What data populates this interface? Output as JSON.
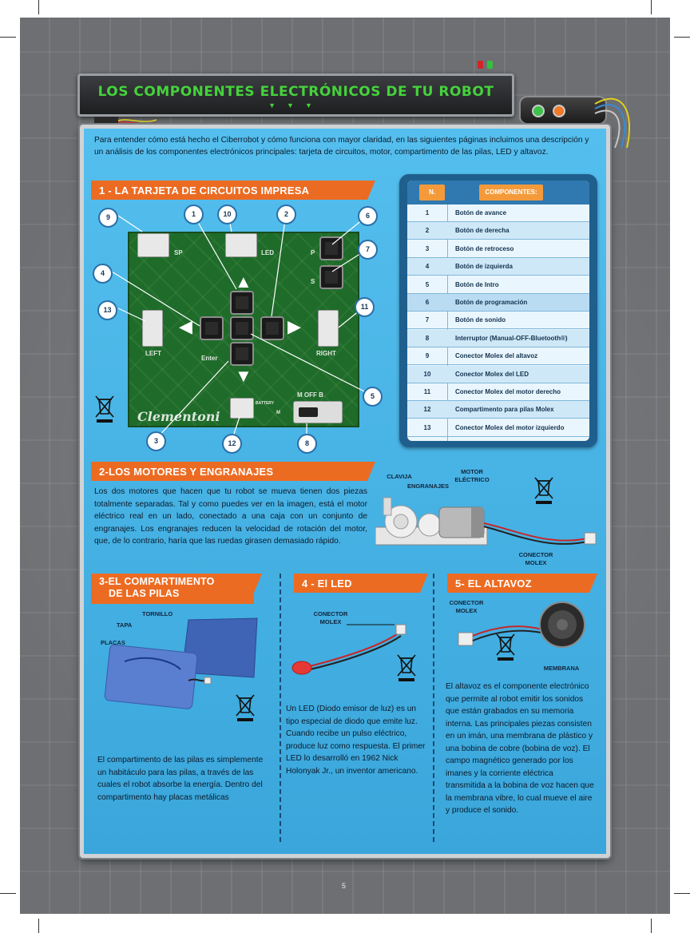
{
  "header": {
    "title": "LOS COMPONENTES ELECTRÓNICOS DE TU ROBOT"
  },
  "intro": "Para entender cómo está hecho el Ciberrobot y cómo funciona con mayor claridad, en las siguientes páginas incluimos una descripción y un análisis de los componentes electrónicos principales: tarjeta de circuitos, motor, compartimento de las pilas, LED y altavoz.",
  "section1": {
    "title": "1 - LA TARJETA DE CIRCUITOS IMPRESA",
    "pcb_labels": {
      "sp": "SP",
      "led": "LED",
      "p": "P",
      "s": "S",
      "left": "LEFT",
      "right": "RIGHT",
      "enter": "Enter",
      "switch": "M OFF B",
      "brand": "Clementoni",
      "battery": "BATTERY",
      "m": "M"
    },
    "callouts": [
      "1",
      "2",
      "3",
      "4",
      "5",
      "6",
      "7",
      "8",
      "9",
      "10",
      "11",
      "12",
      "13"
    ]
  },
  "table": {
    "head_n": "N.",
    "head_components": "COMPONENTES:",
    "rows": [
      {
        "n": "1",
        "component": "Botón de avance"
      },
      {
        "n": "2",
        "component": "Botón de derecha"
      },
      {
        "n": "3",
        "component": "Botón de retroceso"
      },
      {
        "n": "4",
        "component": "Botón de izquierda"
      },
      {
        "n": "5",
        "component": "Botón de Intro"
      },
      {
        "n": "6",
        "component": "Botón de programación"
      },
      {
        "n": "7",
        "component": "Botón de sonido"
      },
      {
        "n": "8",
        "component": "Interruptor (Manual-OFF-Bluetooth®)"
      },
      {
        "n": "9",
        "component": "Conector Molex del altavoz"
      },
      {
        "n": "10",
        "component": "Conector Molex del LED"
      },
      {
        "n": "11",
        "component": "Conector Molex del motor derecho"
      },
      {
        "n": "12",
        "component": "Compartimento para pilas Molex"
      },
      {
        "n": "13",
        "component": "Conector Molex del motor izquierdo"
      }
    ]
  },
  "section2": {
    "title": "2-LOS MOTORES Y ENGRANAJES",
    "text": "Los dos motores que hacen que tu robot se mueva tienen dos piezas totalmente separadas. Tal y como puedes ver en la imagen, está el motor eléctrico real en un lado, conectado a una caja con un conjunto de engranajes. Los engranajes reducen la velocidad de rotación del motor, que, de lo contrario, haría que las ruedas girasen demasiado rápido.",
    "labels": {
      "clavija": "CLAVIJA",
      "engranajes": "ENGRANAJES",
      "motor": "MOTOR ELÉCTRICO",
      "conector": "CONECTOR MOLEX"
    }
  },
  "section3": {
    "title_line1": "3-EL COMPARTIMENTO",
    "title_line2": "DE LAS PILAS",
    "labels": {
      "tornillo": "TORNILLO",
      "tapa": "TAPA",
      "placas": "PLACAS"
    },
    "text": "El compartimento de las pilas es simplemente un habitáculo para las pilas, a través de las cuales el robot absorbe la energía. Dentro del compartimento hay placas metálicas"
  },
  "section4": {
    "title": "4 - El LED",
    "labels": {
      "conector": "CONECTOR MOLEX"
    },
    "text": "Un LED (Diodo emisor de luz) es un tipo especial de diodo que emite luz. Cuando recibe un pulso eléctrico, produce luz como respuesta. El primer LED lo desarrolló en 1962 Nick Holonyak Jr., un inventor americano."
  },
  "section5": {
    "title": "5- EL ALTAVOZ",
    "labels": {
      "conector": "CONECTOR MOLEX",
      "membrana": "MEMBRANA"
    },
    "text": "El altavoz es el componente electrónico que permite al robot emitir los sonidos que están grabados en su memoria interna. Las principales piezas consisten en un imán, una membrana de plástico y una bobina de cobre (bobina de voz). El campo magnético generado por los imanes y la corriente eléctrica transmitida a la bobina de voz hacen que la membrana vibre, lo cual mueve el aire y produce el sonido."
  },
  "footer": {
    "page_number": "5"
  },
  "colors": {
    "accent": "#ec6b22",
    "title_green": "#45d23c",
    "board_blue": "#46b4e6",
    "table_blue": "#1f5f8d"
  },
  "icons": [
    "weee-bin-icon"
  ]
}
